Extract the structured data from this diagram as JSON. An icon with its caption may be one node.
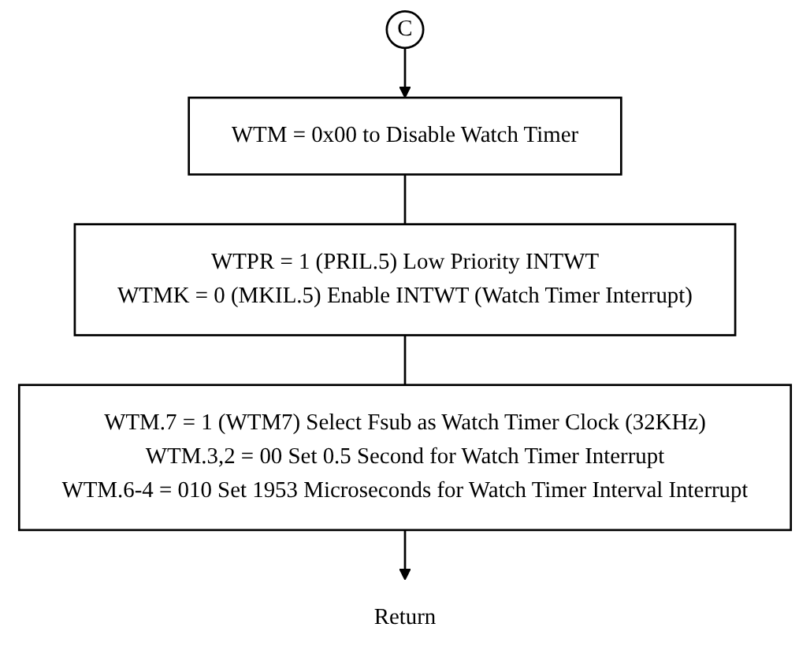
{
  "diagram": {
    "nodes": [
      {
        "text": [
          "C"
        ]
      },
      {
        "text": [
          "WTM = 0x00 to Disable Watch Timer"
        ]
      },
      {
        "text": [
          "WTPR = 1 (PRIL.5) Low Priority INTWT",
          "WTMK = 0 (MKIL.5) Enable INTWT (Watch Timer Interrupt)"
        ]
      },
      {
        "text": [
          "WTM.7 = 1 (WTM7) Select Fsub as Watch Timer Clock (32KHz)",
          "WTM.3,2 = 00 Set 0.5 Second for Watch Timer Interrupt",
          "WTM.6-4 = 010 Set 1953 Microseconds for Watch Timer Interval Interrupt"
        ]
      },
      {
        "text": [
          "Return"
        ]
      }
    ],
    "edges": [
      {
        "from": 0,
        "to": 1,
        "arrow": "to"
      },
      {
        "from": 1,
        "to": 2,
        "arrow": "none"
      },
      {
        "from": 2,
        "to": 3,
        "arrow": "none"
      },
      {
        "from": 3,
        "to": 4,
        "arrow": "to"
      }
    ]
  }
}
